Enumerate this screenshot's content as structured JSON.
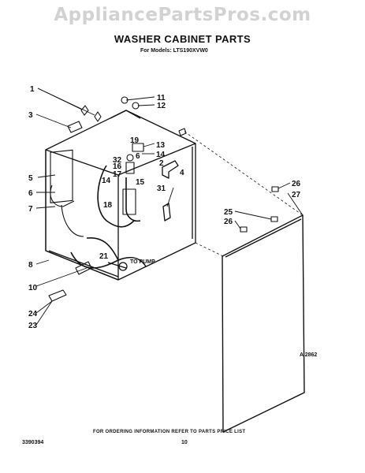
{
  "watermark": "AppliancePartsPros.com",
  "header": {
    "title": "WASHER CABINET PARTS",
    "subtitle": "For Models: LTS190XVW0"
  },
  "callouts": {
    "c1": "1",
    "c2": "2",
    "c3": "3",
    "c4": "4",
    "c5": "5",
    "c6": "6",
    "c7": "7",
    "c8": "8",
    "c10": "10",
    "c11": "11",
    "c12": "12",
    "c13": "13",
    "c14a": "14",
    "c14b": "14",
    "c15": "15",
    "c16": "16",
    "c17": "17",
    "c18": "18",
    "c19": "19",
    "c21": "21",
    "c23": "23",
    "c24": "24",
    "c25": "25",
    "c26a": "26",
    "c26b": "26",
    "c27": "27",
    "c31": "31",
    "c32": "32",
    "to_pump": "TO PUMP"
  },
  "diagram_code": "A 2862",
  "footer": {
    "ordering_note": "FOR ORDERING INFORMATION REFER TO PARTS PRICE LIST",
    "doc_number": "3390394",
    "page_number": "10"
  }
}
